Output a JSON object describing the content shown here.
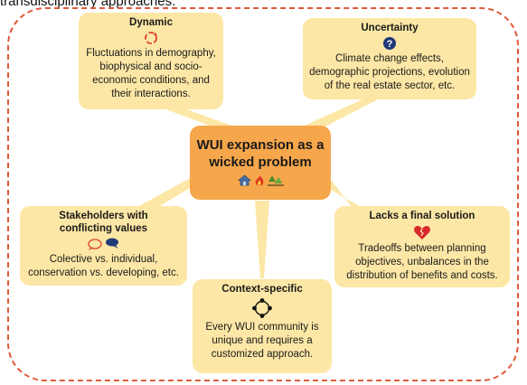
{
  "caption": "transdisciplinary approaches.",
  "center": {
    "title_line1": "WUI expansion as a",
    "title_line2": "wicked problem",
    "icons": [
      "house-icon",
      "flame-icon",
      "tree-icon"
    ]
  },
  "boxes": {
    "dynamic": {
      "title": "Dynamic",
      "icon": "cycle-icon",
      "lines": [
        "Fluctuations in demography,",
        "biophysical and socio-",
        "economic conditions, and",
        "their interactions."
      ]
    },
    "uncertainty": {
      "title": "Uncertainty",
      "icon": "question-icon",
      "lines": [
        "Climate change effects,",
        "demographic projections, evolution",
        "of the real estate sector, etc."
      ]
    },
    "stakeholders": {
      "title_line1": "Stakeholders with",
      "title_line2": "conflicting values",
      "icon": "speech-bubbles-icon",
      "lines": [
        "Colective vs. individual,",
        "conservation vs. developing, etc."
      ]
    },
    "final_solution": {
      "title": "Lacks a final solution",
      "icon": "broken-heart-icon",
      "lines": [
        "Tradeoffs between planning",
        "objectives, unbalances in the",
        "distribution of benefits and costs."
      ]
    },
    "context": {
      "title": "Context-specific",
      "icon": "network-icon",
      "lines": [
        "Every WUI community is",
        "unique and requires a",
        "customized approach."
      ]
    }
  },
  "colors": {
    "box": "#fde7a6",
    "center": "#f6a64b",
    "frame": "#e05a3a",
    "connector": "#fde7a6"
  }
}
